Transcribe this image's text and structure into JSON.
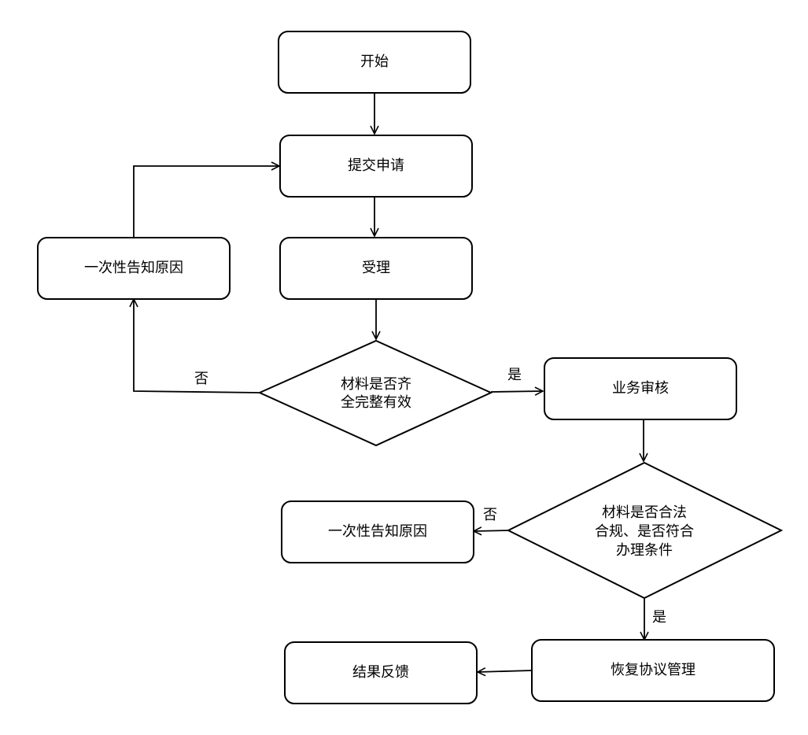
{
  "nodes": {
    "start": "开始",
    "submit": "提交申请",
    "accept": "受理",
    "notify_1": "一次性告知原因",
    "check_material_line1": "材料是否齐",
    "check_material_line2": "全完整有效",
    "review": "业务审核",
    "check_legal_line1": "材料是否合法",
    "check_legal_line2": "合规、是否符合",
    "check_legal_line3": "办理条件",
    "notify_2": "一次性告知原因",
    "restore": "恢复协议管理",
    "result": "结果反馈"
  },
  "edge_labels": {
    "material_no": "否",
    "material_yes": "是",
    "legal_no": "否",
    "legal_yes": "是"
  }
}
